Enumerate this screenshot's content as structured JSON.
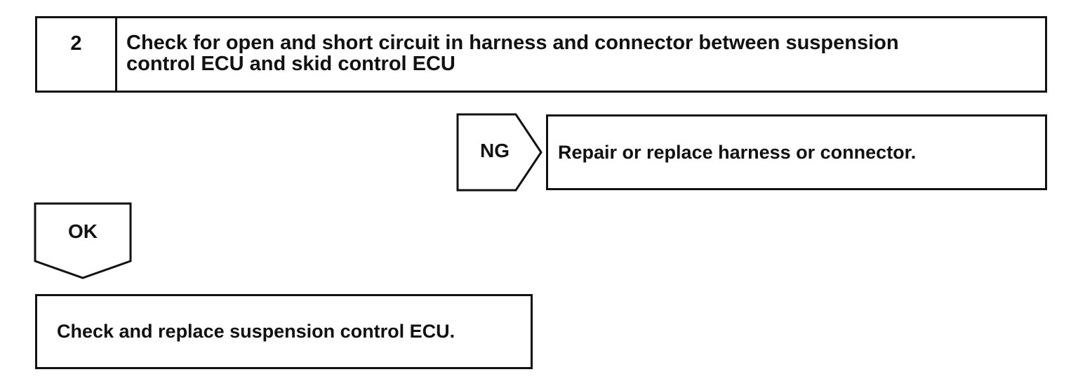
{
  "step": {
    "number": "2",
    "title_line1": "Check for open and short circuit in harness and connector between suspension",
    "title_line2": "control ECU and skid control ECU"
  },
  "ng_branch": {
    "label": "NG",
    "action": "Repair or replace harness or connector."
  },
  "ok_branch": {
    "label": "OK",
    "action": "Check and replace suspension control ECU."
  }
}
